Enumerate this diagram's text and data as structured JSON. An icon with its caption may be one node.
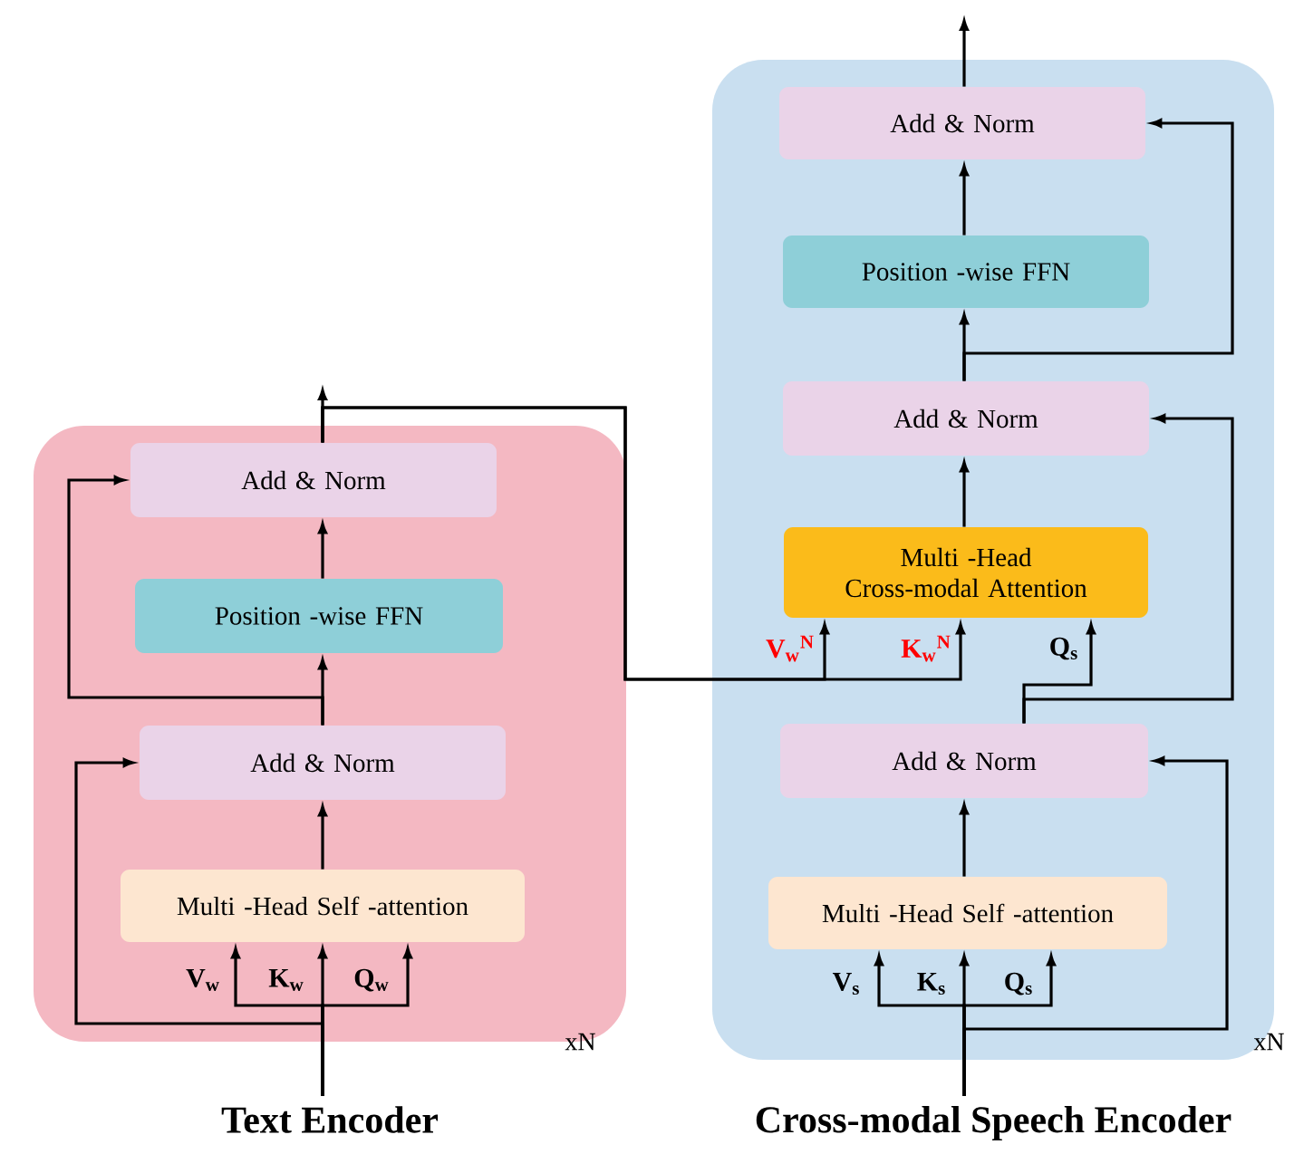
{
  "diagram": {
    "nodes": [
      {
        "text": [
          "Text Encoder"
        ],
        "beside": [
          "xN"
        ]
      },
      {
        "text": [
          "Cross-modal Speech Encoder"
        ],
        "beside": [
          "xN"
        ]
      },
      {
        "text": [
          "Multi -Head Self -attention"
        ],
        "in": 0
      },
      {
        "text": [
          "Add & Norm"
        ],
        "in": 0
      },
      {
        "text": [
          "Position -wise FFN"
        ],
        "in": 0
      },
      {
        "text": [
          "Add & Norm"
        ],
        "in": 0
      },
      {
        "text": [
          "Multi -Head Self -attention"
        ],
        "in": 1
      },
      {
        "text": [
          "Add & Norm"
        ],
        "in": 1
      },
      {
        "text": [
          "Multi -Head Cross-modal Attention"
        ],
        "in": 1
      },
      {
        "text": [
          "Add & Norm"
        ],
        "in": 1
      },
      {
        "text": [
          "Position -wise FFN"
        ],
        "in": 1
      },
      {
        "text": [
          "Add & Norm"
        ],
        "in": 1
      }
    ],
    "edges": [
      {
        "from": null,
        "to": 2,
        "arrow": "to"
      },
      {
        "from": null,
        "to": 2,
        "arrow": "to"
      },
      {
        "from": null,
        "to": 2,
        "arrow": "to"
      },
      {
        "from": null,
        "to": 3,
        "arrow": "to"
      },
      {
        "from": 2,
        "to": 3,
        "arrow": "to"
      },
      {
        "from": 3,
        "to": 4,
        "arrow": "to"
      },
      {
        "from": 3,
        "to": 5,
        "arrow": "to"
      },
      {
        "from": 4,
        "to": 5,
        "arrow": "to"
      },
      {
        "from": 5,
        "to": null,
        "arrow": "to"
      },
      {
        "from": 5,
        "to": 8,
        "arrow": "to"
      },
      {
        "from": 5,
        "to": 8,
        "arrow": "to"
      },
      {
        "from": null,
        "to": 6,
        "arrow": "to"
      },
      {
        "from": null,
        "to": 6,
        "arrow": "to"
      },
      {
        "from": null,
        "to": 6,
        "arrow": "to"
      },
      {
        "from": null,
        "to": 7,
        "arrow": "to"
      },
      {
        "from": 6,
        "to": 7,
        "arrow": "to"
      },
      {
        "from": 7,
        "to": 8,
        "arrow": "to"
      },
      {
        "from": 7,
        "to": 9,
        "arrow": "to"
      },
      {
        "from": 8,
        "to": 9,
        "arrow": "to"
      },
      {
        "from": 9,
        "to": 10,
        "arrow": "to"
      },
      {
        "from": 9,
        "to": 11,
        "arrow": "to"
      },
      {
        "from": 10,
        "to": 11,
        "arrow": "to"
      },
      {
        "from": 11,
        "to": null,
        "arrow": "to"
      }
    ],
    "labels": [
      "V$_{w}$",
      "K$_{w}$",
      "Q$_{w}$",
      "V$_{w}$$^{N}$",
      "K$_{w}$$^{N}$",
      "Q$_{s}$",
      "V$_{s}$",
      "K$_{s}$",
      "Q$_{s}$"
    ]
  }
}
